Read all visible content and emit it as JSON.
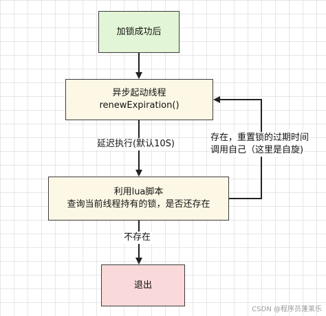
{
  "nodes": {
    "start": {
      "line1": "加锁成功后"
    },
    "renew": {
      "line1": "异步起动线程",
      "line2": "renewExpiration()"
    },
    "lua": {
      "line1": "利用lua脚本",
      "line2": "查询当前线程持有的锁，是否还存在"
    },
    "exit": {
      "line1": "退出"
    }
  },
  "edges": {
    "delay_label": "延迟执行(默认10S)",
    "exist_label_line1": "存在，重置锁的过期时间",
    "exist_label_line2": "调用自己（这里是自旋)",
    "not_exist_label": "不存在"
  },
  "watermark": "CSDN @程序员蓬莱乐"
}
